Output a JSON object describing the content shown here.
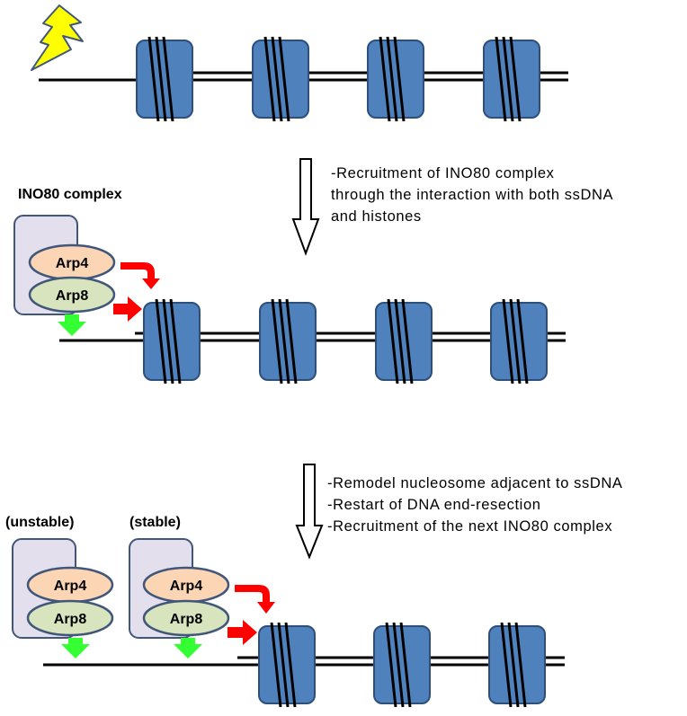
{
  "colors": {
    "nucleosome": "#4f81bd",
    "nucleosome_stroke": "#2e4f7a",
    "complex_body": "#e4dfec",
    "complex_stroke": "#41577a",
    "arp4_fill": "#fcd5b5",
    "arp8_fill": "#d7e4bd",
    "red_arrow": "#ff0000",
    "green_arrow": "#33ff33",
    "lightning": "#ffff00"
  },
  "icons": {
    "lightning": "lightning-bolt-icon",
    "flow_arrow": "hollow-down-arrow-icon"
  },
  "step1": {
    "lines": [
      "-Recruitment of INO80 complex",
      "through the interaction with both ssDNA",
      "and histones"
    ]
  },
  "step2": {
    "lines": [
      "-Remodel  nucleosome adjacent to ssDNA",
      "-Restart of DNA end-resection",
      "-Recruitment of the next INO80 complex"
    ]
  },
  "panel2": {
    "complex_title": "INO80 complex",
    "arp4": "Arp4",
    "arp8": "Arp8"
  },
  "panel3": {
    "left": {
      "state": "(unstable)",
      "arp4": "Arp4",
      "arp8": "Arp8"
    },
    "right": {
      "state": "(stable)",
      "arp4": "Arp4",
      "arp8": "Arp8"
    }
  }
}
